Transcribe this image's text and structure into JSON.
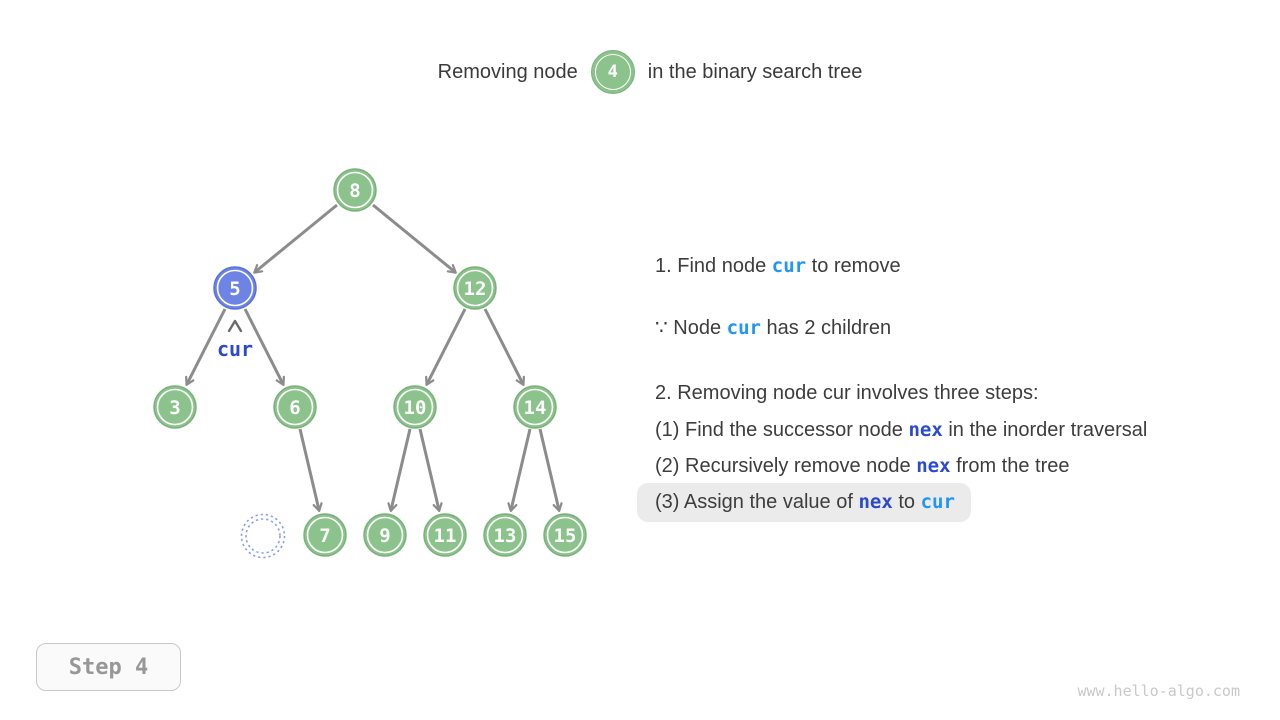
{
  "title": {
    "prefix": "Removing node",
    "node_value": "4",
    "suffix": "in the binary search tree"
  },
  "tree": {
    "nodes": [
      {
        "value": "8"
      },
      {
        "value": "5"
      },
      {
        "value": "12"
      },
      {
        "value": "3"
      },
      {
        "value": "6"
      },
      {
        "value": "10"
      },
      {
        "value": "14"
      },
      {
        "value": "7"
      },
      {
        "value": "9"
      },
      {
        "value": "11"
      },
      {
        "value": "13"
      },
      {
        "value": "15"
      }
    ],
    "cur_label": "cur",
    "removed_node_placeholder": "dashed-empty-circle"
  },
  "notes": {
    "line1": {
      "pre": "1. Find node ",
      "kw": "cur",
      "post": " to remove"
    },
    "line2": {
      "pre": "∵ Node ",
      "kw": "cur",
      "post": " has 2 children"
    },
    "line3": "2. Removing node cur involves three steps:",
    "line4": {
      "pre": "(1) Find the successor node ",
      "kw": "nex",
      "post": " in the inorder traversal"
    },
    "line5": {
      "pre": "(2) Recursively remove node ",
      "kw": "nex",
      "post": " from the tree"
    },
    "line6": {
      "pre": "(3) Assign the value of ",
      "kw1": "nex",
      "mid": " to ",
      "kw2": "cur"
    }
  },
  "step_badge": "Step 4",
  "watermark": "www.hello-algo.com",
  "colors": {
    "node_green": "#8cc28c",
    "node_green_border": "#79b279",
    "node_blue": "#6e84e4",
    "edge_gray": "#8c8c8c",
    "keyword_dark_blue": "#2b4ace",
    "keyword_light_blue": "#2196f3",
    "highlight_bg": "#ebebeb",
    "dashed_circle_blue": "#8b9cf0"
  }
}
